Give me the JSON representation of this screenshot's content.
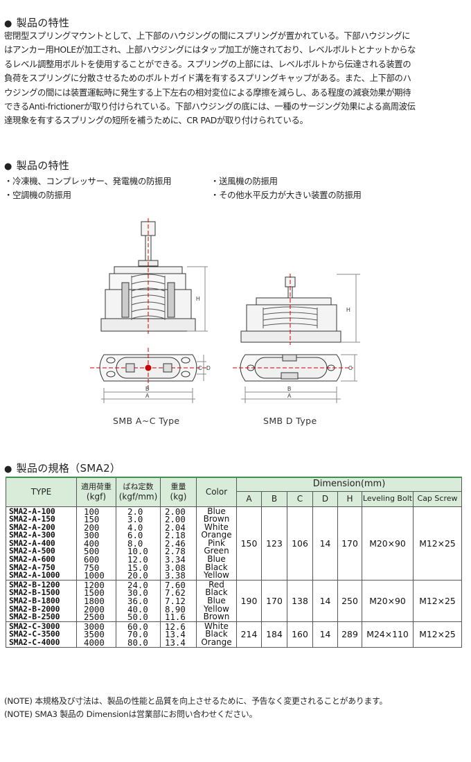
{
  "section1": {
    "bullet": "●",
    "title": "製品の特性",
    "lines": [
      "密閉型スプリングマウントとして、上下部のハウジングの間にスプリングが置かれている。下部ハウジングに",
      "はアンカー用HOLEが加工され、上部ハウジングにはタップ加工が施されており、レベルボルトとナットからな",
      "るレベル調整用ボルトを使用することができる。スプリングの上部には、レベルボルトから伝達される装置の",
      "負荷をスプリングに分散させるためのボルトガイド溝を有するスプリングキャップがある。また、上下部のハ",
      "ウジングの間には装置運転時に発生する上下左右の相対変位による摩擦を減らし、ある程度の減衰効果が期待",
      "できるAnti-frictionerが取り付けられている。下部ハウジングの底には、一種のサージング効果による高周波伝",
      "達現象を有するスプリングの短所を補うために、CR PADが取り付けられている。"
    ]
  },
  "section2": {
    "bullet": "●",
    "title": "製品の特性",
    "left_items": [
      "・冷凍機、コンプレッサー、発電機の防振用",
      "・空調機の防振用"
    ],
    "right_items": [
      "・送風機の防振用",
      "・その他水平反力が大きい装置の防振用"
    ]
  },
  "diagram": {
    "label_a": "A",
    "label_b": "B",
    "label_c": "C",
    "label_d": "D",
    "label_h": "H",
    "caption_left": "SMB A~C Type",
    "caption_right": "SMB D Type"
  },
  "section3": {
    "bullet": "●",
    "title": "製品の規格（SMA2）"
  },
  "table": {
    "headers": {
      "type": "TYPE",
      "load_top": "適用荷重",
      "load_unit": "(kgf)",
      "spring_top": "ばね定数",
      "spring_unit": "(kgf/mm)",
      "weight_top": "重量",
      "weight_unit": "(kg)",
      "color": "Color",
      "dimension": "Dimension(mm)",
      "a": "A",
      "b": "B",
      "c": "C",
      "d": "D",
      "h": "H",
      "bolt": "Leveling Bolt",
      "screw": "Cap Screw"
    },
    "groups": [
      {
        "types": [
          "SMA2-A-100",
          "SMA2-A-150",
          "SMA2-A-200",
          "SMA2-A-300",
          "SMA2-A-400",
          "SMA2-A-500",
          "SMA2-A-600",
          "SMA2-A-750",
          "SMA2-A-1000"
        ],
        "loads": [
          "100",
          "150",
          "200",
          "300",
          "400",
          "500",
          "600",
          "750",
          "1000"
        ],
        "springs": [
          "2.0",
          "3.0",
          "4.0",
          "6.0",
          "8.0",
          "10.0",
          "12.0",
          "15.0",
          "20.0"
        ],
        "weights": [
          "2.00",
          "2.00",
          "2.04",
          "2.18",
          "2.46",
          "2.78",
          "3.34",
          "3.08",
          "3.38"
        ],
        "colors": [
          "Blue",
          "Brown",
          "White",
          "Orange",
          "Pink",
          "Green",
          "Blue",
          "Black",
          "Yellow"
        ],
        "a": "150",
        "b": "123",
        "c": "106",
        "d": "14",
        "h": "170",
        "bolt": "M20×90",
        "screw": "M12×25"
      },
      {
        "types": [
          "SMA2-B-1200",
          "SMA2-B-1500",
          "SMA2-B-1800",
          "SMA2-B-2000",
          "SMA2-B-2500"
        ],
        "loads": [
          "1200",
          "1500",
          "1800",
          "2000",
          "2500"
        ],
        "springs": [
          "24.0",
          "30.0",
          "36.0",
          "40.0",
          "50.0"
        ],
        "weights": [
          "7.60",
          "7.62",
          "7.12",
          "8.90",
          "11.6"
        ],
        "colors": [
          "Red",
          "Black",
          "Blue",
          "Yellow",
          "Brown"
        ],
        "a": "190",
        "b": "170",
        "c": "138",
        "d": "14",
        "h": "250",
        "bolt": "M20×90",
        "screw": "M12×25"
      },
      {
        "types": [
          "SMA2-C-3000",
          "SMA2-C-3500",
          "SMA2-C-4000"
        ],
        "loads": [
          "3000",
          "3500",
          "4000"
        ],
        "springs": [
          "60.0",
          "70.0",
          "80.0"
        ],
        "weights": [
          "12.6",
          "13.4",
          "13.4"
        ],
        "colors": [
          "White",
          "Black",
          "Orange"
        ],
        "a": "214",
        "b": "184",
        "c": "160",
        "d": "14",
        "h": "289",
        "bolt": "M24×110",
        "screw": "M12×25"
      }
    ]
  },
  "notes": [
    "(NOTE)  本規格及び寸法は、製品の性能と品質を向上させるために、予告なく変更されることがあります。",
    "(NOTE)  SMA3 製品の Dimensionは営業部にお問い合わせください。"
  ]
}
